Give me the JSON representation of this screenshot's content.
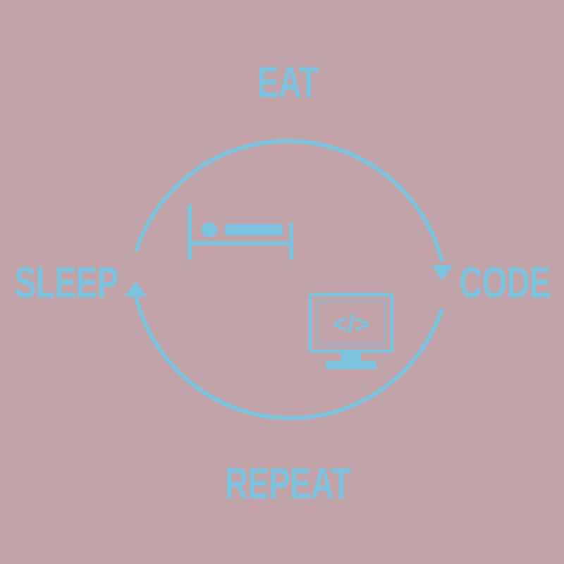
{
  "labels": {
    "top": "EAT",
    "right": "CODE",
    "left": "SLEEP",
    "bottom": "REPEAT"
  },
  "icons": {
    "bed": "bed-icon",
    "computer": "computer-monitor-icon",
    "code_symbol": "</>"
  },
  "colors": {
    "background": "#c2a3a9",
    "accent": "#7dc2de"
  }
}
